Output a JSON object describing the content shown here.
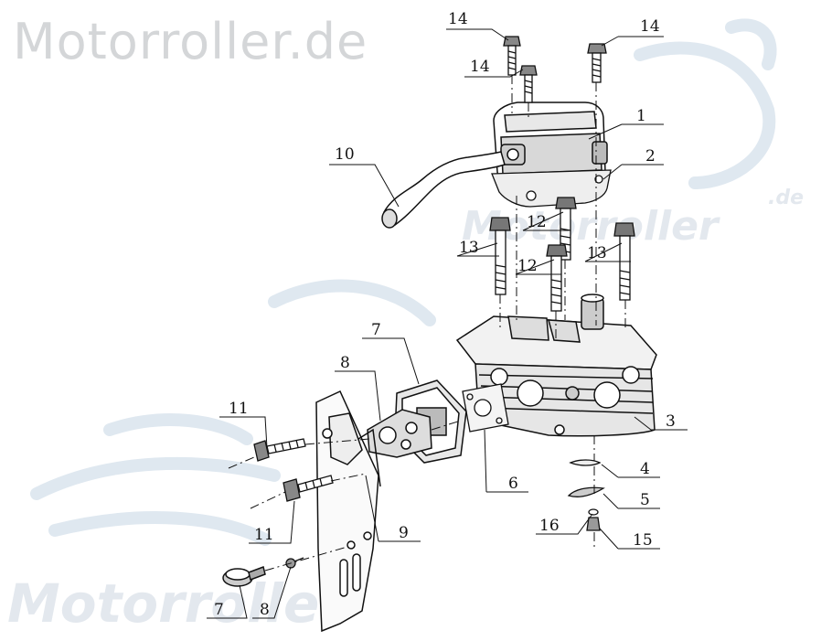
{
  "watermark": {
    "top": "Motorroller.de",
    "middle": "Motorroller",
    "middle_suffix": ".de",
    "bottom": "Motorroller"
  },
  "callouts": [
    {
      "id": "c14a",
      "label": "14"
    },
    {
      "id": "c14b",
      "label": "14"
    },
    {
      "id": "c14c",
      "label": "14"
    },
    {
      "id": "c1",
      "label": "1"
    },
    {
      "id": "c2",
      "label": "2"
    },
    {
      "id": "c10",
      "label": "10"
    },
    {
      "id": "c12a",
      "label": "12"
    },
    {
      "id": "c12b",
      "label": "12"
    },
    {
      "id": "c13a",
      "label": "13"
    },
    {
      "id": "c13b",
      "label": "13"
    },
    {
      "id": "c7a",
      "label": "7"
    },
    {
      "id": "c8a",
      "label": "8"
    },
    {
      "id": "c3",
      "label": "3"
    },
    {
      "id": "c11a",
      "label": "11"
    },
    {
      "id": "c6",
      "label": "6"
    },
    {
      "id": "c4",
      "label": "4"
    },
    {
      "id": "c5",
      "label": "5"
    },
    {
      "id": "c16",
      "label": "16"
    },
    {
      "id": "c15",
      "label": "15"
    },
    {
      "id": "c11b",
      "label": "11"
    },
    {
      "id": "c9",
      "label": "9"
    },
    {
      "id": "c7b",
      "label": "7"
    },
    {
      "id": "c8b",
      "label": "8"
    }
  ]
}
